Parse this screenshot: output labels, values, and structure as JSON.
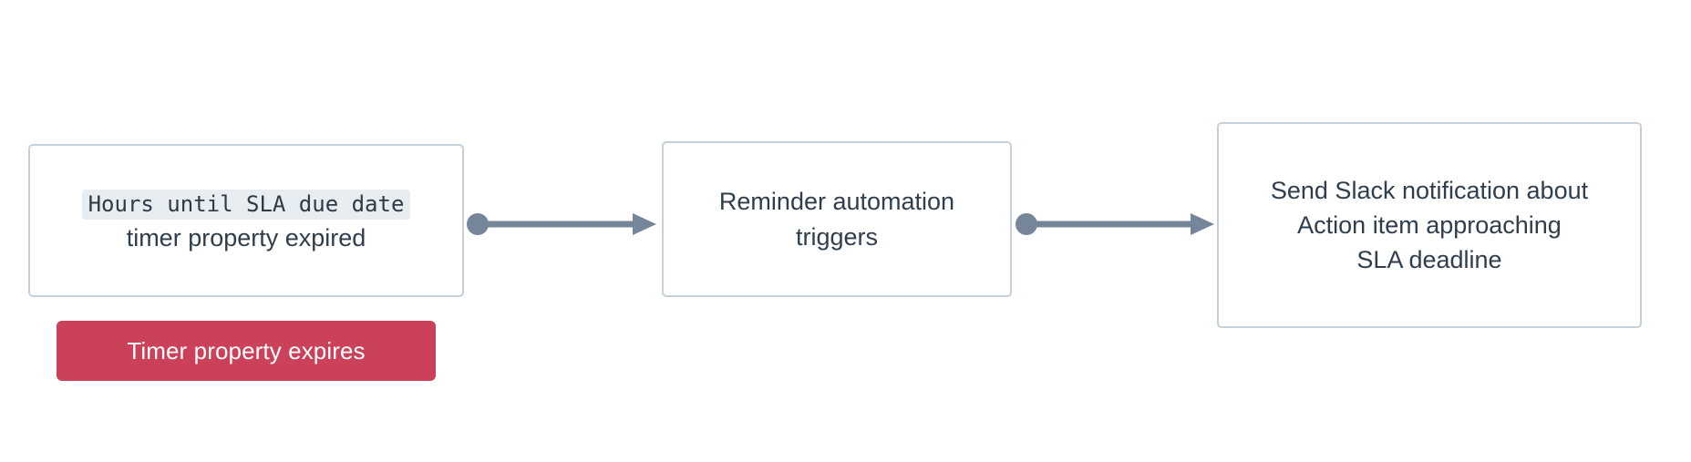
{
  "diagram": {
    "type": "flowchart",
    "orientation": "left-to-right",
    "background_color": "#ffffff",
    "nodes": [
      {
        "id": "trigger",
        "name": "trigger-node",
        "lines": [
          {
            "text": "Hours until SLA due date",
            "style": "code"
          },
          {
            "text": "timer property expired",
            "style": "normal"
          }
        ],
        "border_color": "#c4d0da",
        "fill_color": "#ffffff",
        "text_color": "#2f3e4d"
      },
      {
        "id": "automation",
        "name": "automation-node",
        "lines": [
          {
            "text": "Reminder automation",
            "style": "normal"
          },
          {
            "text": "triggers",
            "style": "normal"
          }
        ],
        "border_color": "#c4d0da",
        "fill_color": "#ffffff",
        "text_color": "#2f3e4d"
      },
      {
        "id": "action",
        "name": "action-node",
        "lines": [
          {
            "text": "Send Slack notification about",
            "style": "normal"
          },
          {
            "text": "Action item approaching",
            "style": "normal"
          },
          {
            "text": "SLA deadline",
            "style": "normal"
          }
        ],
        "border_color": "#c4d0da",
        "fill_color": "#ffffff",
        "text_color": "#2f3e4d"
      }
    ],
    "connectors": [
      {
        "id": "connector-1",
        "from": "trigger",
        "to": "automation",
        "style": "dot-to-arrow",
        "color": "#76869a"
      },
      {
        "id": "connector-2",
        "from": "automation",
        "to": "action",
        "style": "dot-to-arrow",
        "color": "#76869a"
      }
    ],
    "badges": [
      {
        "id": "timer-expires-badge",
        "label": "Timer property expires",
        "background_color": "#cb4159",
        "text_color": "#ffffff",
        "attached_to": "trigger"
      }
    ]
  }
}
